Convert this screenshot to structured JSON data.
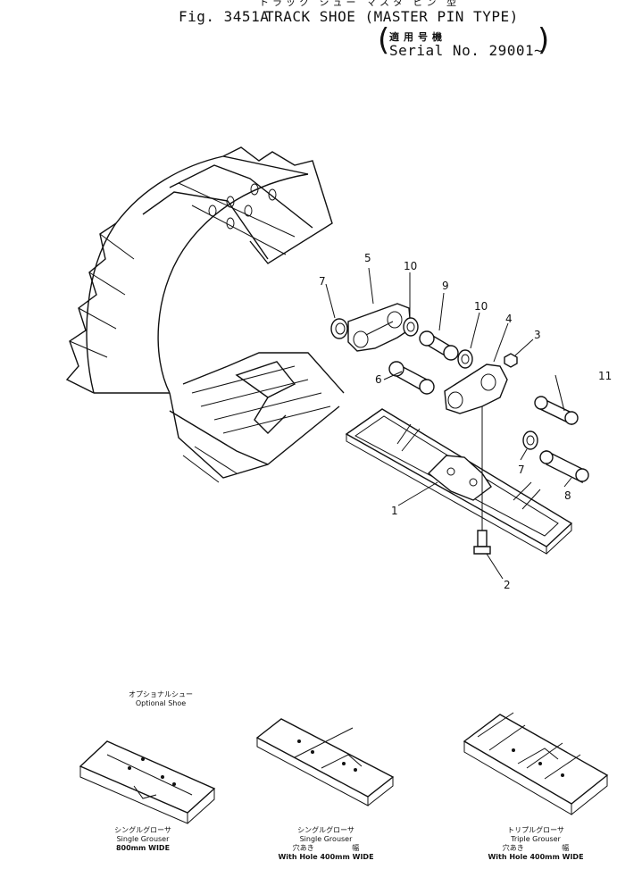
{
  "header": {
    "top_line_jp": "トラック シュー マスタ ピン 型",
    "fig_label": "Fig. 3451A",
    "title": "TRACK SHOE (MASTER PIN TYPE)",
    "applicable_jp": "適用号機",
    "serial": "Serial No. 29001~"
  },
  "callouts": [
    {
      "id": "c1",
      "label": "1"
    },
    {
      "id": "c2",
      "label": "2"
    },
    {
      "id": "c3",
      "label": "3"
    },
    {
      "id": "c4",
      "label": "4"
    },
    {
      "id": "c5",
      "label": "5"
    },
    {
      "id": "c6",
      "label": "6"
    },
    {
      "id": "c7a",
      "label": "7"
    },
    {
      "id": "c7b",
      "label": "7"
    },
    {
      "id": "c8",
      "label": "8"
    },
    {
      "id": "c9",
      "label": "9"
    },
    {
      "id": "c10a",
      "label": "10"
    },
    {
      "id": "c10b",
      "label": "10"
    },
    {
      "id": "c11",
      "label": "11"
    }
  ],
  "optional": {
    "heading_jp": "オプショナルシュー",
    "heading_en": "Optional Shoe",
    "items": [
      {
        "jp": "シングルグローサ",
        "en": "Single Grouser",
        "hole_jp": "",
        "width_jp": "",
        "width_en": "800mm WIDE"
      },
      {
        "jp": "シングルグローサ",
        "en": "Single Grouser",
        "hole_jp": "穴あき",
        "width_jp": "幅",
        "width_en": "With Hole 400mm WIDE"
      },
      {
        "jp": "トリプルグローサ",
        "en": "Triple Grouser",
        "hole_jp": "穴あき",
        "width_jp": "幅",
        "width_en": "With Hole 400mm WIDE"
      }
    ]
  }
}
